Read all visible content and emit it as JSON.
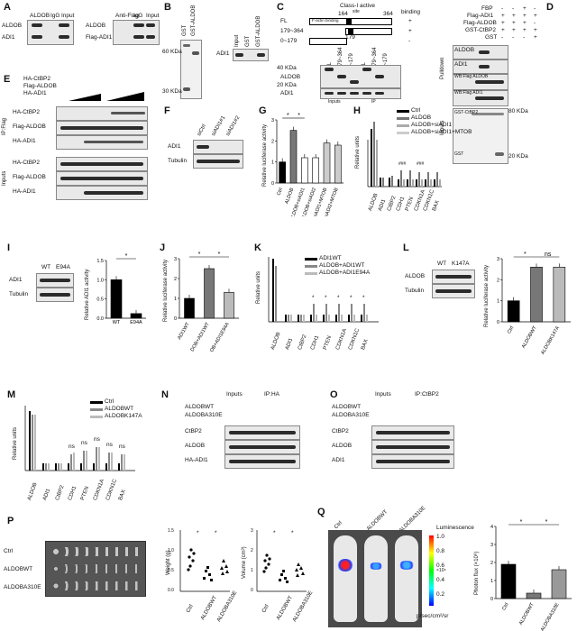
{
  "panels": {
    "A": {
      "label": "A",
      "left": {
        "cols": [
          "ALDOB",
          "IgG",
          "Input"
        ],
        "rows": [
          "ALDOB",
          "ADI1"
        ]
      },
      "right": {
        "title": "Anti-Flag",
        "cols": [
          "IgG",
          "Input"
        ],
        "rows": [
          "ALDOB",
          "Flag-ADI1"
        ]
      }
    },
    "B": {
      "label": "B",
      "cols": [
        "GST",
        "GST-ALDOB"
      ],
      "markers": [
        "60 KDa",
        "30 KDa"
      ],
      "right_row": "ADI1",
      "right_cols": [
        "Input",
        "GST",
        "GST-ALDOB"
      ]
    },
    "C": {
      "label": "C",
      "title": "Class-I active",
      "site": "site",
      "binding": "binding",
      "n164": "164",
      "n364": "364",
      "n179": "179",
      "constructs": [
        {
          "name": "FL",
          "bind": "+"
        },
        {
          "name": "179~364",
          "bind": "+"
        },
        {
          "name": "0~179",
          "bind": "-"
        }
      ],
      "domain_text": "F-actin binding",
      "markers": [
        "40 KDa",
        "20 KDa"
      ],
      "rows": [
        "ALDOB",
        "ADI1"
      ],
      "lanes": [
        "FL",
        "179~364",
        "0~179",
        "FL",
        "179~364",
        "0~179"
      ],
      "bottom": [
        "Inputs",
        "IP"
      ]
    },
    "D": {
      "label": "D",
      "rows_labels": [
        "FBP",
        "Flag-ADI1",
        "Flag-ALDOB",
        "GST-CtBP2",
        "GST"
      ],
      "signs": [
        [
          "-",
          "-",
          "+",
          "-"
        ],
        [
          "+",
          "+",
          "+",
          "+"
        ],
        [
          "+",
          "+",
          "+",
          "-"
        ],
        [
          "+",
          "+",
          "+",
          "+"
        ],
        [
          "-",
          "-",
          "-",
          "+"
        ]
      ],
      "side": [
        "Pulldown",
        "Inputs"
      ],
      "blots": [
        "ALDOB",
        "ADI1",
        "WB:Flag ALDOB",
        "WB:Flag ADI1",
        "GST-CtBP2",
        "GST"
      ],
      "markers": [
        "80 KDa",
        "20 KDa"
      ]
    },
    "E": {
      "label": "E",
      "rows_labels": [
        "HA-CtBP2",
        "Flag-ALDOB",
        "HA-ADI1"
      ],
      "side": [
        "IP:Flag",
        "Inputs"
      ],
      "blots": [
        "HA-CtBP2",
        "Flag-ALDOB",
        "HA-ADI1",
        "HA-CtBP2",
        "Flag-ALDOB",
        "HA-ADI1"
      ]
    },
    "F": {
      "label": "F",
      "cols": [
        "siCtrl",
        "siADI1#1",
        "siADI1#2"
      ],
      "rows": [
        "ADI1",
        "Tubulin"
      ]
    },
    "G": {
      "label": "G",
      "ylabel": "Relative luciferase activity",
      "yticks": [
        "0",
        "1",
        "2",
        "3"
      ],
      "categories": [
        "Ctrl",
        "ALDOB",
        "ALDOB+siADI1",
        "ALDOB+siADI2",
        "ALDOB+siADI1+MTOB",
        "ALDOB+siADI2+MTOB"
      ]
    },
    "H": {
      "label": "H",
      "ylabel": "Relative units",
      "legend": [
        "Ctrl",
        "ALDOB",
        "ALDOB+siADI1",
        "ALDOB+siADI1+MTOB"
      ],
      "categories": [
        "ALDOB",
        "ADI1",
        "CtBP2",
        "CDH1",
        "PTEN",
        "CDKN1A",
        "CDKN1C",
        "BAX"
      ]
    },
    "I": {
      "label": "I",
      "cols": [
        "WT",
        "E94A"
      ],
      "rows": [
        "ADI1",
        "Tubulin"
      ],
      "ylabel": "Relative ADI1 activity",
      "yticks": [
        "0.0",
        "0.5",
        "1.0",
        "1.5"
      ],
      "categories": [
        "WT",
        "E94A"
      ]
    },
    "J": {
      "label": "J",
      "ylabel": "Relative luciferase activity",
      "yticks": [
        "0",
        "1",
        "2",
        "3"
      ],
      "categories": [
        "ADI1WT",
        "ALDOB+ADI1WT",
        "ALDOB+ADI1E94A"
      ]
    },
    "K": {
      "label": "K",
      "ylabel": "Relative units",
      "legend": [
        "ADI1WT",
        "ALDOB+ADI1WT",
        "ALDOB+ADI1E94A"
      ],
      "categories": [
        "ALDOB",
        "ADI1",
        "CtBP2",
        "CDH1",
        "PTEN",
        "CDKN1A",
        "CDKN1C",
        "BAX"
      ]
    },
    "L": {
      "label": "L",
      "cols": [
        "WT",
        "K147A"
      ],
      "rows": [
        "ALDOB",
        "Tubulin"
      ],
      "ylabel": "Relative luciferase activity",
      "yticks": [
        "0",
        "1",
        "2",
        "3"
      ],
      "categories": [
        "Ctrl",
        "ALDOBWT",
        "ALDOBK147A"
      ],
      "ns": "ns"
    },
    "M": {
      "label": "M",
      "ylabel": "Relative units",
      "legend": [
        "Ctrl",
        "ALDOBWT",
        "ALDOBK147A"
      ],
      "categories": [
        "ALDOB",
        "ADI1",
        "CtBP2",
        "CDH1",
        "PTEN",
        "CDKN1A",
        "CDKN1C",
        "BAX"
      ],
      "ns": "ns"
    },
    "N": {
      "label": "N",
      "rows_labels": [
        "ALDOBWT",
        "ALDOBA310E"
      ],
      "heads": [
        "Inputs",
        "IP:HA"
      ],
      "blots": [
        "CtBP2",
        "ALDOB",
        "HA-ADI1"
      ]
    },
    "O": {
      "label": "O",
      "rows_labels": [
        "ALDOBWT",
        "ALDOBA310E"
      ],
      "heads": [
        "Inputs",
        "IP:CtBP2"
      ],
      "blots": [
        "CtBP2",
        "ALDOB",
        "ADI1"
      ]
    },
    "P": {
      "label": "P",
      "rows": [
        "Ctrl",
        "ALDOBWT",
        "ALDOBA310E"
      ],
      "weight": {
        "ylabel": "Weight (g)",
        "yticks": [
          "0.0",
          "0.5",
          "1.0",
          "1.5"
        ],
        "categories": [
          "Ctrl",
          "ALDOBWT",
          "ALDOBA310E"
        ]
      },
      "volume": {
        "ylabel": "Volume (cm³)",
        "yticks": [
          "0",
          "1",
          "2",
          "3"
        ],
        "categories": [
          "Ctrl",
          "ALDOBWT",
          "ALDOBA310E"
        ]
      }
    },
    "Q": {
      "label": "Q",
      "mice": [
        "Ctrl",
        "ALDOBWT",
        "ALDOBA310E"
      ],
      "colorbar_title": "Luminescence",
      "colorbar_ticks": [
        "1.0",
        "0.8",
        "0.6",
        "0.4",
        "0.2"
      ],
      "colorbar_unit": "×10⁸",
      "colorbar_units": "p/sec/cm²/sr",
      "ylabel": "Photon flux (×10⁸)",
      "yticks": [
        "0",
        "1",
        "2",
        "3",
        "4"
      ],
      "categories": [
        "Ctrl",
        "ALDOBWT",
        "ALDOBA310E"
      ]
    }
  },
  "star": "*",
  "stars3": "###",
  "chart_data": [
    {
      "type": "bar",
      "panel": "G",
      "categories": [
        "Ctrl",
        "ALDOB",
        "ALDOB+siADI1",
        "ALDOB+siADI2",
        "ALDOB+siADI1+MTOB",
        "ALDOB+siADI2+MTOB"
      ],
      "values": [
        1.0,
        2.5,
        1.2,
        1.2,
        1.9,
        1.8
      ],
      "ylim": [
        0,
        3
      ]
    },
    {
      "type": "bar",
      "panel": "I",
      "categories": [
        "WT",
        "E94A"
      ],
      "values": [
        1.0,
        0.12
      ],
      "ylim": [
        0,
        1.5
      ]
    },
    {
      "type": "bar",
      "panel": "J",
      "categories": [
        "ADI1WT",
        "ALDOB+ADI1WT",
        "ALDOB+ADI1E94A"
      ],
      "values": [
        1.0,
        2.5,
        1.3
      ],
      "ylim": [
        0,
        3
      ]
    },
    {
      "type": "bar",
      "panel": "L",
      "categories": [
        "Ctrl",
        "ALDOBWT",
        "ALDOBK147A"
      ],
      "values": [
        1.0,
        2.6,
        2.6
      ],
      "ylim": [
        0,
        3
      ]
    },
    {
      "type": "bar",
      "panel": "Q",
      "categories": [
        "Ctrl",
        "ALDOBWT",
        "ALDOBA310E"
      ],
      "values": [
        1.9,
        0.3,
        1.6
      ],
      "ylim": [
        0,
        4
      ]
    }
  ]
}
